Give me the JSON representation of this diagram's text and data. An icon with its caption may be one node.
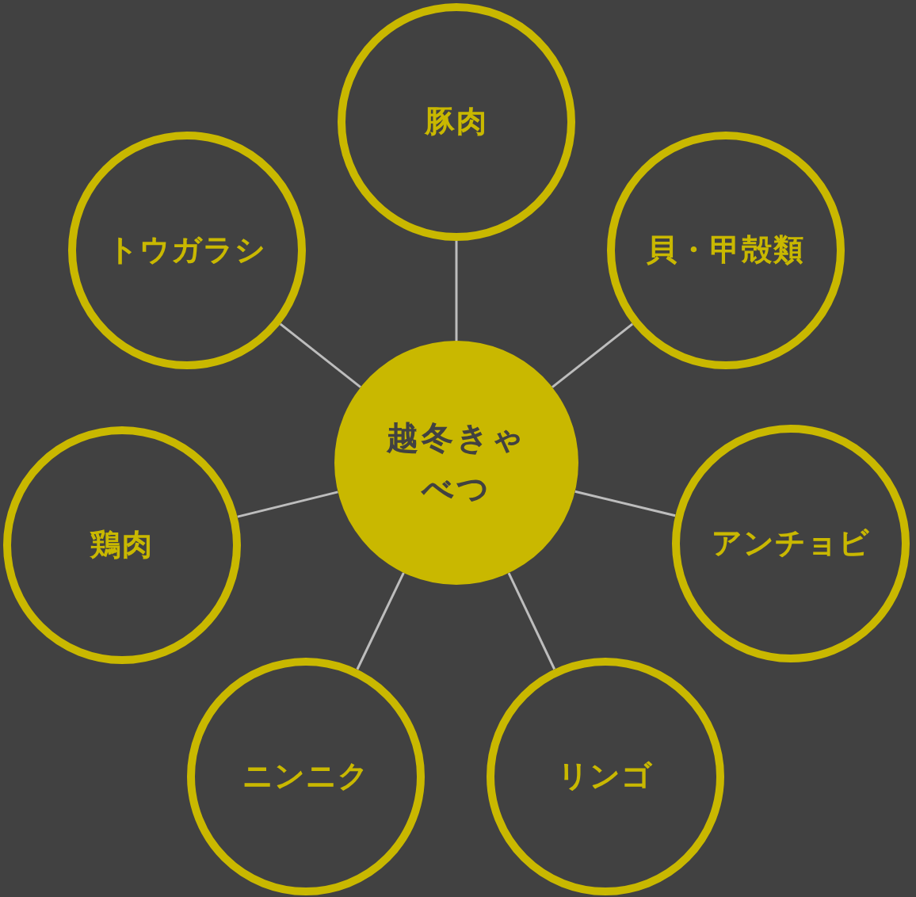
{
  "diagram": {
    "nodes": [
      {
        "text": [
          "越冬きゃべつ"
        ]
      },
      {
        "text": [
          "豚肉"
        ]
      },
      {
        "text": [
          "貝・甲殻類"
        ]
      },
      {
        "text": [
          "アンチョビ"
        ]
      },
      {
        "text": [
          "リンゴ"
        ]
      },
      {
        "text": [
          "ニンニク"
        ]
      },
      {
        "text": [
          "鶏肉"
        ]
      },
      {
        "text": [
          "トウガラシ"
        ]
      }
    ],
    "edges": [
      {
        "from": 0,
        "to": 1,
        "arrow": "none"
      },
      {
        "from": 0,
        "to": 2,
        "arrow": "none"
      },
      {
        "from": 0,
        "to": 3,
        "arrow": "none"
      },
      {
        "from": 0,
        "to": 4,
        "arrow": "none"
      },
      {
        "from": 0,
        "to": 5,
        "arrow": "none"
      },
      {
        "from": 0,
        "to": 6,
        "arrow": "none"
      },
      {
        "from": 0,
        "to": 7,
        "arrow": "none"
      }
    ]
  }
}
